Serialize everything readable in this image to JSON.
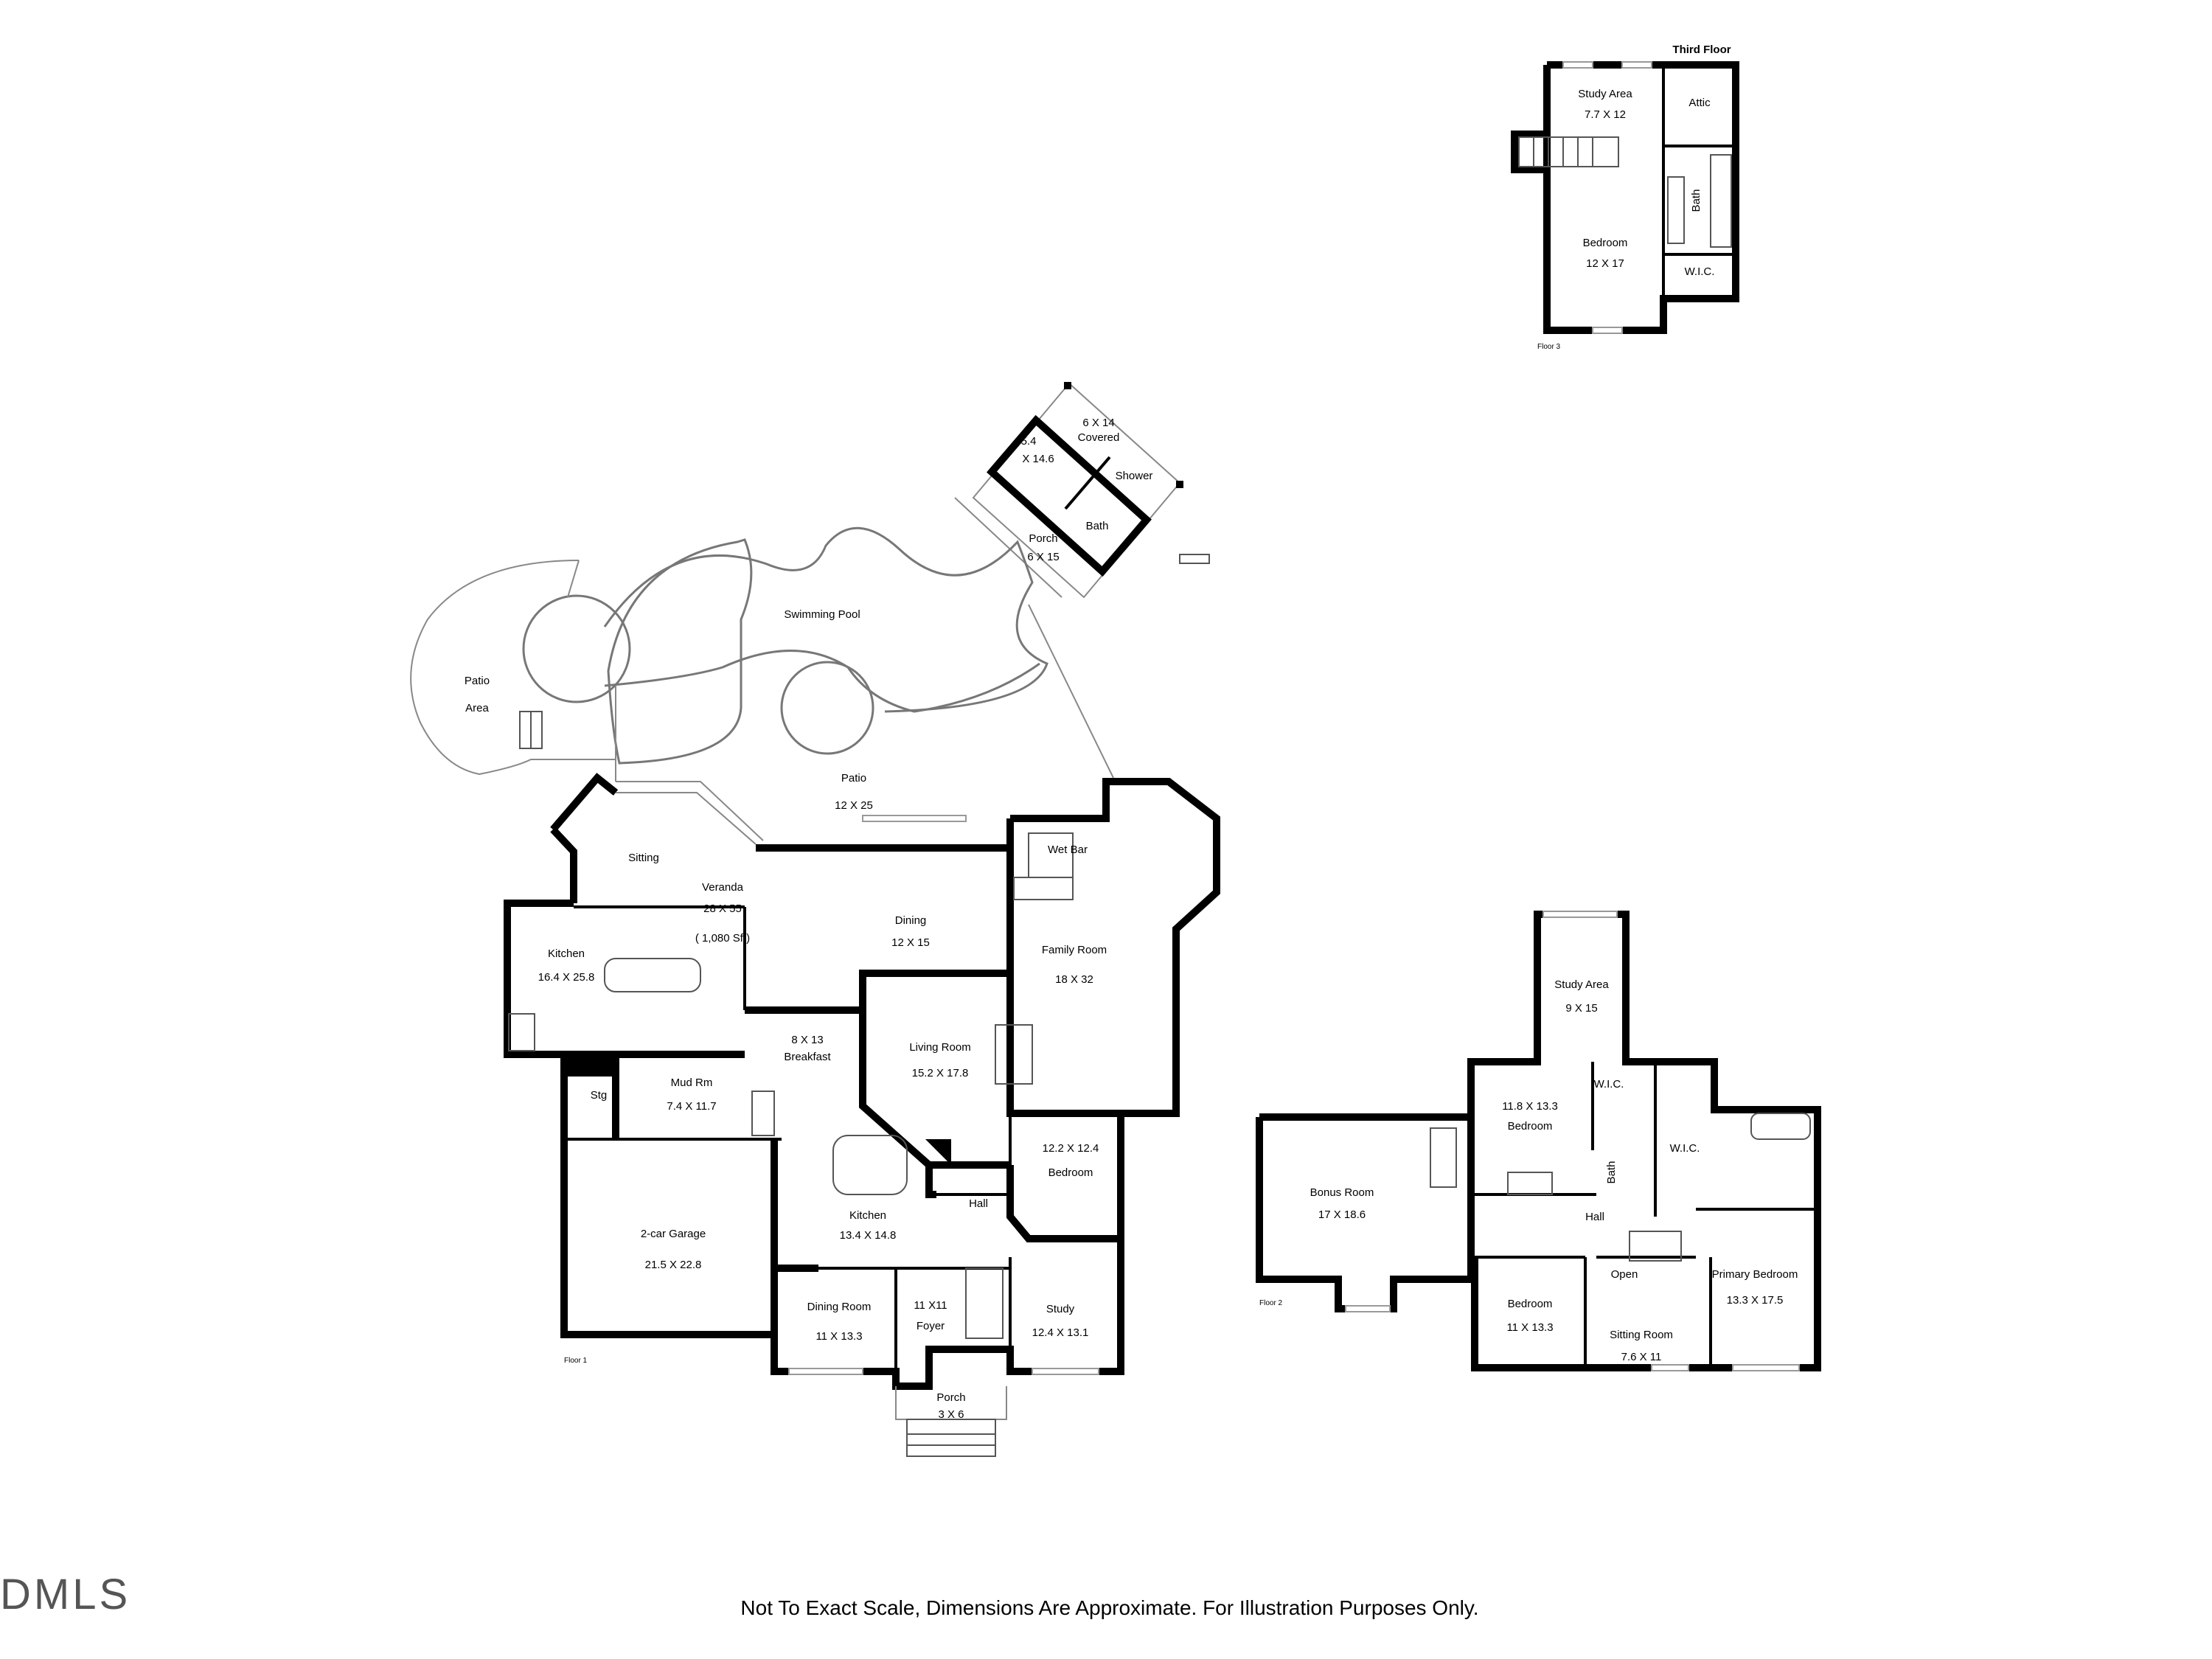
{
  "floor1": {
    "floor_label": "Floor 1",
    "rooms": [
      {
        "id": "pool-house",
        "name": "5.4",
        "dims": "X 14.6"
      },
      {
        "id": "covered",
        "name": "6 X 14",
        "dims": "Covered"
      },
      {
        "id": "shower",
        "name": "Shower",
        "dims": ""
      },
      {
        "id": "pool-bath",
        "name": "Bath",
        "dims": ""
      },
      {
        "id": "pool-porch",
        "name": "Porch",
        "dims": "6 X 15"
      },
      {
        "id": "swimming-pool",
        "name": "Swimming Pool",
        "dims": ""
      },
      {
        "id": "patio-area",
        "name": "Patio",
        "dims": "Area"
      },
      {
        "id": "patio",
        "name": "Patio",
        "dims": "12 X 25"
      },
      {
        "id": "sitting",
        "name": "Sitting",
        "dims": ""
      },
      {
        "id": "veranda",
        "name": "Veranda",
        "dims": "28 X 55",
        "extra": "( 1,080 Sf )"
      },
      {
        "id": "wet-bar",
        "name": "Wet Bar",
        "dims": ""
      },
      {
        "id": "dining",
        "name": "Dining",
        "dims": "12 X 15"
      },
      {
        "id": "family-room",
        "name": "Family Room",
        "dims": "18 X 32"
      },
      {
        "id": "outdoor-kitchen",
        "name": "Kitchen",
        "dims": "16.4 X 25.8"
      },
      {
        "id": "breakfast",
        "name": "8 X 13",
        "dims": "Breakfast"
      },
      {
        "id": "living-room",
        "name": "Living Room",
        "dims": "15.2 X 17.8"
      },
      {
        "id": "stg",
        "name": "Stg",
        "dims": ""
      },
      {
        "id": "mud-room",
        "name": "Mud Rm",
        "dims": "7.4 X 11.7"
      },
      {
        "id": "bedroom-1",
        "name": "12.2 X 12.4",
        "dims": "Bedroom"
      },
      {
        "id": "hall-1",
        "name": "Hall",
        "dims": ""
      },
      {
        "id": "garage",
        "name": "2-car Garage",
        "dims": "21.5 X 22.8"
      },
      {
        "id": "kitchen",
        "name": "Kitchen",
        "dims": "13.4 X 14.8"
      },
      {
        "id": "dining-room",
        "name": "Dining Room",
        "dims": "11 X 13.3"
      },
      {
        "id": "foyer",
        "name": "11 X11",
        "dims": "Foyer"
      },
      {
        "id": "study-1",
        "name": "Study",
        "dims": "12.4 X 13.1"
      },
      {
        "id": "porch",
        "name": "Porch",
        "dims": "3 X 6"
      }
    ]
  },
  "floor2": {
    "floor_label": "Floor 2",
    "rooms": [
      {
        "id": "study-area-2",
        "name": "Study Area",
        "dims": "9 X 15"
      },
      {
        "id": "bedroom-2a",
        "name": "11.8 X 13.3",
        "dims": "Bedroom"
      },
      {
        "id": "wic-2a",
        "name": "W.I.C.",
        "dims": ""
      },
      {
        "id": "wic-2b",
        "name": "W.I.C.",
        "dims": ""
      },
      {
        "id": "bath-2",
        "name": "Bath",
        "dims": ""
      },
      {
        "id": "bonus-room",
        "name": "Bonus Room",
        "dims": "17 X 18.6"
      },
      {
        "id": "hall-2",
        "name": "Hall",
        "dims": ""
      },
      {
        "id": "open",
        "name": "Open",
        "dims": ""
      },
      {
        "id": "primary-bedroom",
        "name": "Primary Bedroom",
        "dims": "13.3 X 17.5"
      },
      {
        "id": "bedroom-2b",
        "name": "Bedroom",
        "dims": "11 X 13.3"
      },
      {
        "id": "sitting-room",
        "name": "Sitting Room",
        "dims": "7.6 X 11"
      }
    ]
  },
  "floor3": {
    "title": "Third Floor",
    "floor_label": "Floor 3",
    "rooms": [
      {
        "id": "study-area-3",
        "name": "Study Area",
        "dims": "7.7 X 12"
      },
      {
        "id": "attic",
        "name": "Attic",
        "dims": ""
      },
      {
        "id": "bath-3",
        "name": "Bath",
        "dims": ""
      },
      {
        "id": "bedroom-3",
        "name": "Bedroom",
        "dims": "12 X 17"
      },
      {
        "id": "wic-3",
        "name": "W.I.C.",
        "dims": ""
      }
    ]
  },
  "footer": "Not To Exact Scale, Dimensions Are Approximate. For Illustration Purposes Only.",
  "logo": "DMLS"
}
